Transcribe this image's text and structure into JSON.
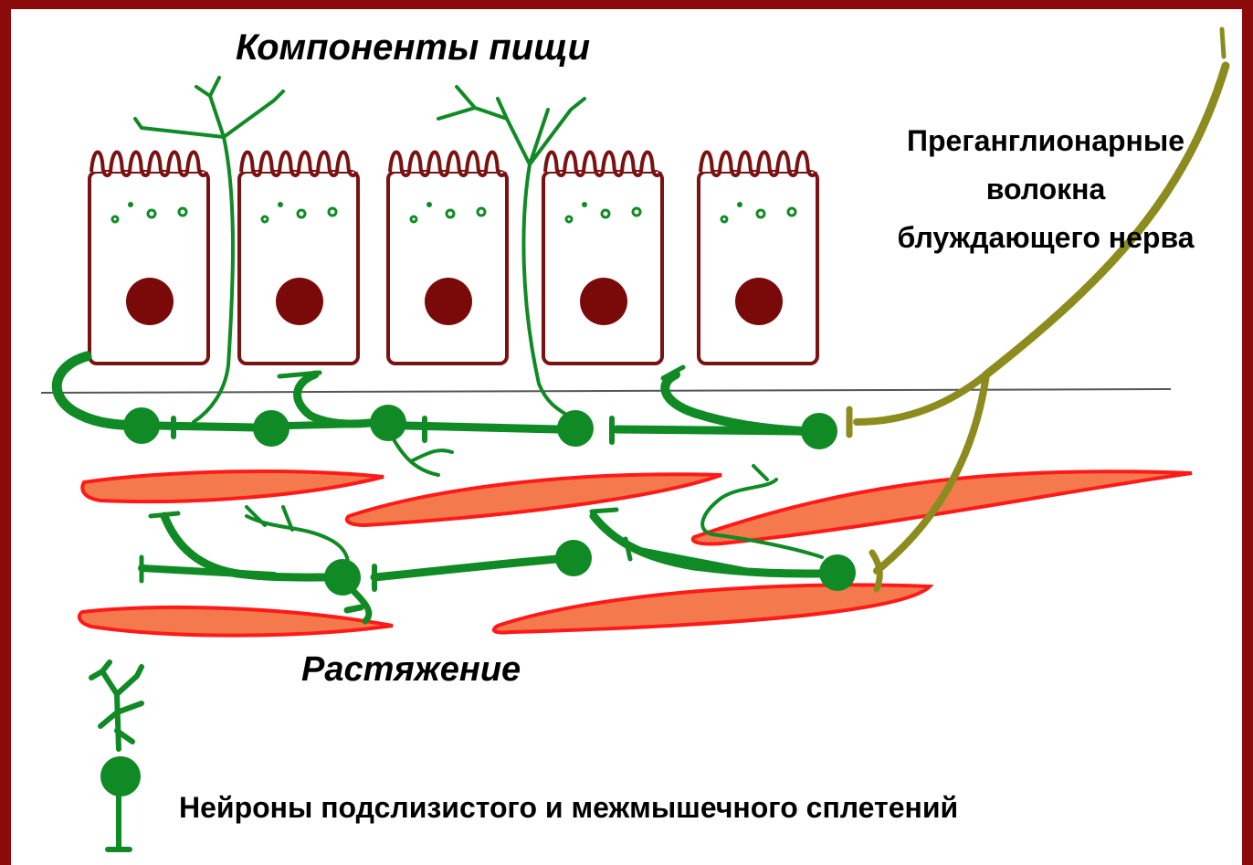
{
  "labels": {
    "food_components": "Компоненты пищи",
    "preganglionic_line1": "Преганглионарные",
    "preganglionic_line2": "волокна",
    "preganglionic_line3": "блуждающего нерва",
    "stretch": "Растяжение",
    "legend_text": "Нейроны подслизистого и межмышечного сплетений"
  },
  "colors": {
    "frame": "#8b0a0a",
    "epithelial_cell_outline": "#7a1212",
    "nucleus": "#7a0a0a",
    "neuron": "#0f8a24",
    "vagus_fiber": "#8c8c1e",
    "smooth_muscle_fill": "#f47a4e",
    "smooth_muscle_outline": "#ff1a1a"
  },
  "icons": {
    "legend": "neuron-icon"
  }
}
